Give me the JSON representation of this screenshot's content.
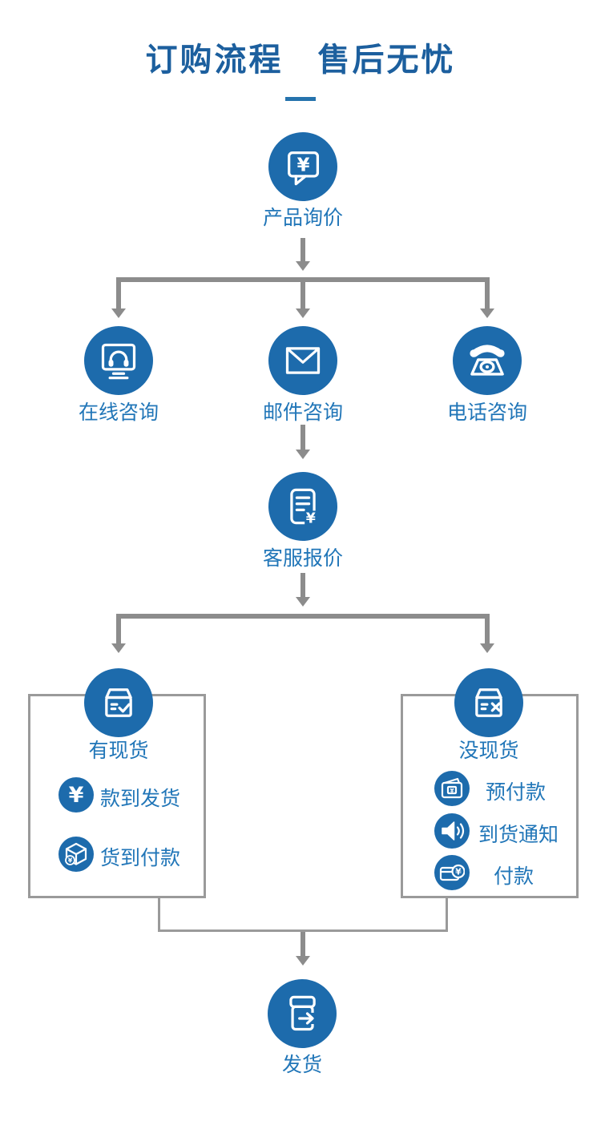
{
  "title": {
    "text": "订购流程　售后无忧"
  },
  "flow": {
    "inquiry": {
      "label": "产品询价",
      "icon": "chat-yen-icon"
    },
    "channels": [
      {
        "label": "在线咨询",
        "icon": "monitor-headset-icon"
      },
      {
        "label": "邮件咨询",
        "icon": "envelope-icon"
      },
      {
        "label": "电话咨询",
        "icon": "telephone-icon"
      }
    ],
    "quote": {
      "label": "客服报价",
      "icon": "document-yen-icon"
    },
    "in_stock": {
      "label": "有现货",
      "icon": "box-check-icon",
      "items": [
        {
          "label": "款到发货",
          "icon": "yen-icon"
        },
        {
          "label": "货到付款",
          "icon": "package-coin-icon"
        }
      ]
    },
    "out_of_stock": {
      "label": "没现货",
      "icon": "box-x-icon",
      "items": [
        {
          "label": "预付款",
          "icon": "wallet-yen-icon"
        },
        {
          "label": "到货通知",
          "icon": "speaker-icon"
        },
        {
          "label": "付款",
          "icon": "card-yen-icon"
        }
      ]
    },
    "ship": {
      "label": "发货",
      "icon": "box-arrow-icon"
    }
  },
  "colors": {
    "circle_blue": "#1d6bac",
    "label_blue": "#2176b8",
    "title_blue": "#1c5f9e",
    "arrow_gray": "#8c8c8c",
    "line_gray": "#9a9a9a"
  }
}
